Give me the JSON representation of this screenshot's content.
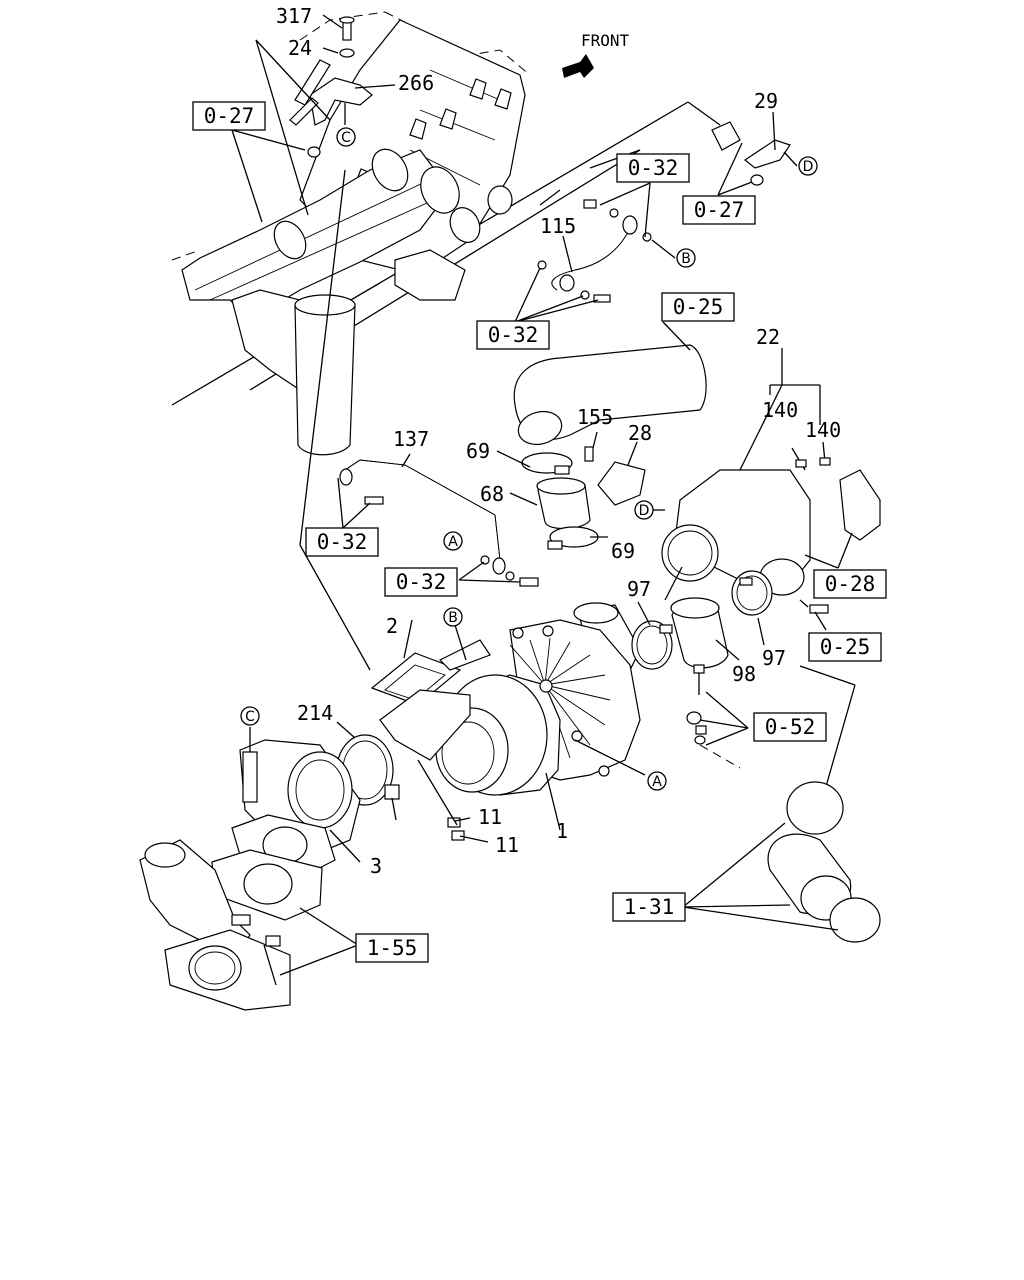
{
  "direction_label": "FRONT",
  "part_numbers": {
    "p317": "317",
    "p24": "24",
    "p266": "266",
    "p29": "29",
    "p115": "115",
    "p22": "22",
    "p140a": "140",
    "p140b": "140",
    "p155": "155",
    "p28": "28",
    "p137": "137",
    "p69a": "69",
    "p68": "68",
    "p69b": "69",
    "p97a": "97",
    "p97b": "97",
    "p98": "98",
    "p2": "2",
    "p214": "214",
    "p11a": "11",
    "p11b": "11",
    "p1": "1",
    "p3": "3"
  },
  "reference_boxes": {
    "r027a": "0-27",
    "r032a": "0-32",
    "r027b": "0-27",
    "r032b": "0-32",
    "r025a": "0-25",
    "r032c": "0-32",
    "r032d": "0-32",
    "r028": "0-28",
    "r025b": "0-25",
    "r052": "0-52",
    "r131": "1-31",
    "r155": "1-55"
  },
  "circle_markers": {
    "c_top": "C",
    "d_top": "D",
    "b_top": "B",
    "d_mid": "D",
    "a_left": "A",
    "b_mid": "B",
    "a_right": "A",
    "c_left": "C"
  }
}
